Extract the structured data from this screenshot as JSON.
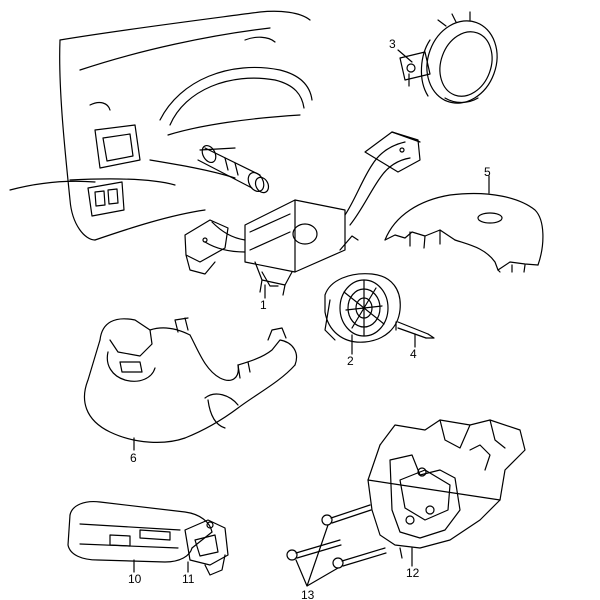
{
  "diagram": {
    "callouts": [
      "1",
      "2",
      "3",
      "4",
      "5",
      "6",
      "10",
      "11",
      "12",
      "13"
    ]
  }
}
